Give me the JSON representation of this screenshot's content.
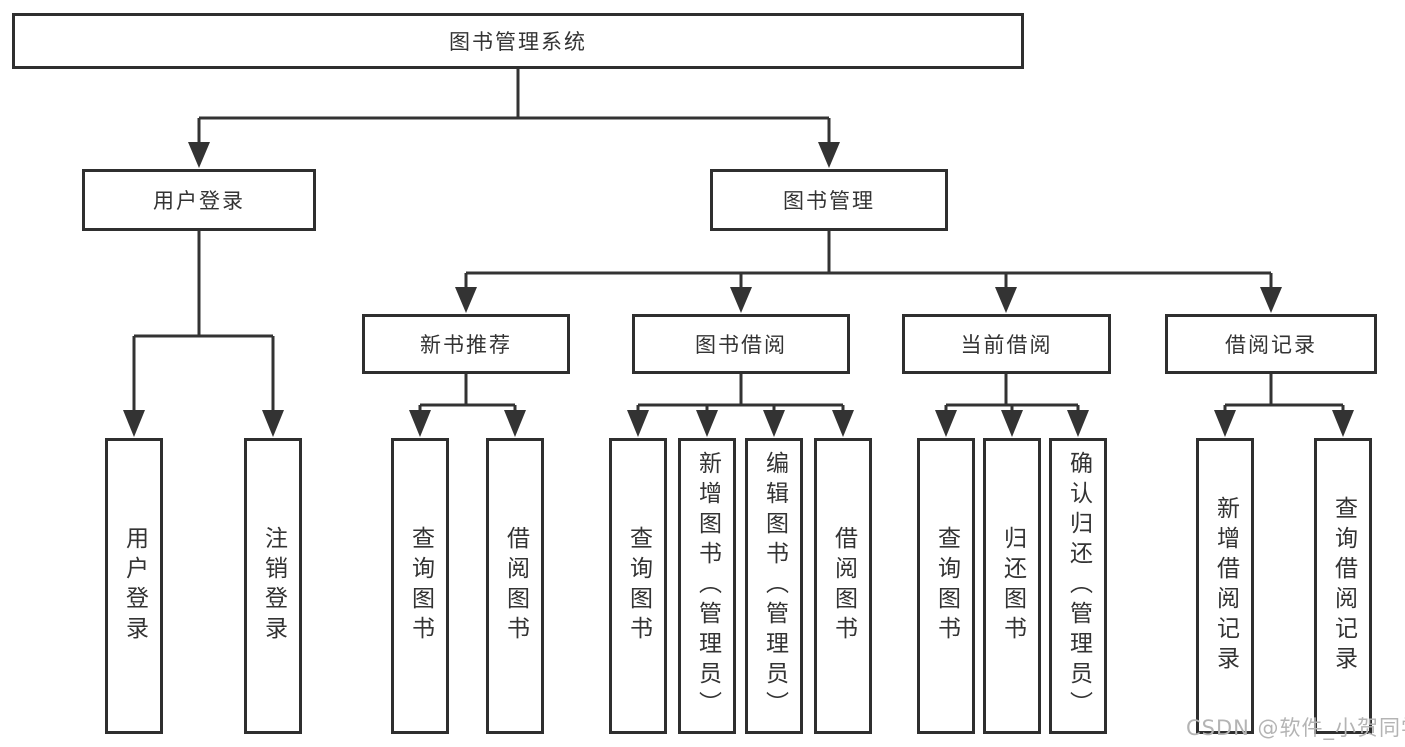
{
  "diagram": {
    "root": {
      "label": "图书管理系统"
    },
    "level2": [
      {
        "label": "用户登录"
      },
      {
        "label": "图书管理"
      }
    ],
    "level3": [
      {
        "label": "新书推荐"
      },
      {
        "label": "图书借阅"
      },
      {
        "label": "当前借阅"
      },
      {
        "label": "借阅记录"
      }
    ],
    "leaves": {
      "userLogin": [
        {
          "label": "用户登录"
        },
        {
          "label": "注销登录"
        }
      ],
      "newBookRec": [
        {
          "label": "查询图书"
        },
        {
          "label": "借阅图书"
        }
      ],
      "bookBorrow": [
        {
          "label": "查询图书"
        },
        {
          "label": "新增图书（管理员）"
        },
        {
          "label": "编辑图书（管理员）"
        },
        {
          "label": "借阅图书"
        }
      ],
      "currentBorrow": [
        {
          "label": "查询图书"
        },
        {
          "label": "归还图书"
        },
        {
          "label": "确认归还（管理员）"
        }
      ],
      "borrowRecord": [
        {
          "label": "新增借阅记录"
        },
        {
          "label": "查询借阅记录"
        }
      ]
    }
  },
  "watermark": {
    "text": "CSDN @软件_小贺同学"
  },
  "colors": {
    "line": "#333333",
    "text": "#333333",
    "box_border": "#2f2f2f",
    "background": "#ffffff",
    "watermark": "#b4b4b4"
  }
}
